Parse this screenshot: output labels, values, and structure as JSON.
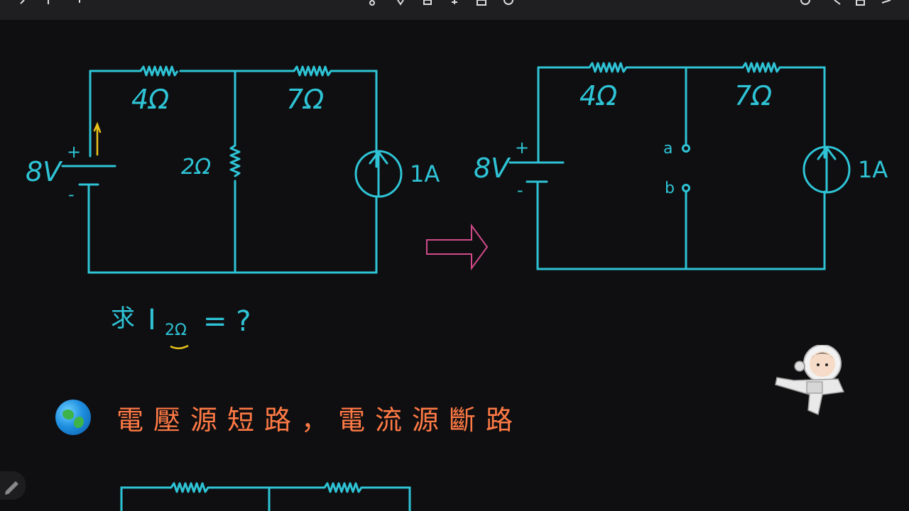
{
  "toolbar": {
    "icons": [
      "back-icon",
      "add-page-icon",
      "more-icon",
      "pen-icon",
      "highlighter-icon",
      "eraser-icon",
      "lasso-icon",
      "image-icon",
      "shape-icon",
      "undo-icon",
      "share-icon",
      "export-icon",
      "close-icon"
    ]
  },
  "colors": {
    "background": "#0f0f11",
    "circuit": "#2ec4d6",
    "caption": "#ff7a45",
    "arrow": "#d24a8a",
    "annotation": "#e8c21a"
  },
  "circuit_left": {
    "r1_label": "4Ω",
    "r2_label": "7Ω",
    "r3_label": "2Ω",
    "source_voltage": "8V",
    "plus": "+",
    "minus": "-",
    "current_source": "1A"
  },
  "circuit_right": {
    "r1_label": "4Ω",
    "r2_label": "7Ω",
    "source_voltage": "8V",
    "plus": "+",
    "minus": "-",
    "current_source": "1A",
    "node_a": "a",
    "node_b": "b"
  },
  "question": {
    "prefix": "求",
    "symbol": "I",
    "subscript": "2Ω",
    "suffix": "= ?"
  },
  "caption": "電壓源短路，電流源斷路"
}
